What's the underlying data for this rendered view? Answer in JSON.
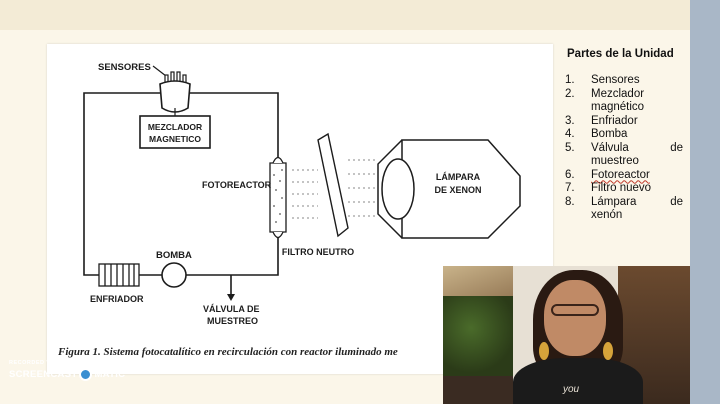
{
  "diagram": {
    "labels": {
      "sensores": "SENSORES",
      "mezclador_line1": "MEZCLADOR",
      "mezclador_line2": "MAGNETICO",
      "fotoreactor": "FOTOREACTOR",
      "lampara_line1": "LÁMPARA",
      "lampara_line2": "DE XENON",
      "bomba": "BOMBA",
      "filtro_neutro": "FILTRO NEUTRO",
      "enfriador": "ENFRIADOR",
      "valvula_line1": "VÁLVULA DE",
      "valvula_line2": "MUESTREO"
    },
    "caption": "Figura 1. Sistema fotocatalítico en recirculación con reactor iluminado me"
  },
  "parts": {
    "title": "Partes de la Unidad",
    "items": [
      {
        "num": "1.",
        "text": "Sensores"
      },
      {
        "num": "2.",
        "text": "Mezclador magnético"
      },
      {
        "num": "3.",
        "text": "Enfriador"
      },
      {
        "num": "4.",
        "text": "Bomba"
      },
      {
        "num": "5.",
        "text": "Válvula de muestreo"
      },
      {
        "num": "6.",
        "text": "Fotoreactor"
      },
      {
        "num": "7.",
        "text": "Filtro nuevo"
      },
      {
        "num": "8.",
        "text": "Lámpara de xenón"
      }
    ]
  },
  "webcam": {
    "shirt_text": "you"
  },
  "watermark": {
    "top": "RECORDED WITH",
    "name_left": "SCREENCAST",
    "name_right": "MATIC"
  }
}
